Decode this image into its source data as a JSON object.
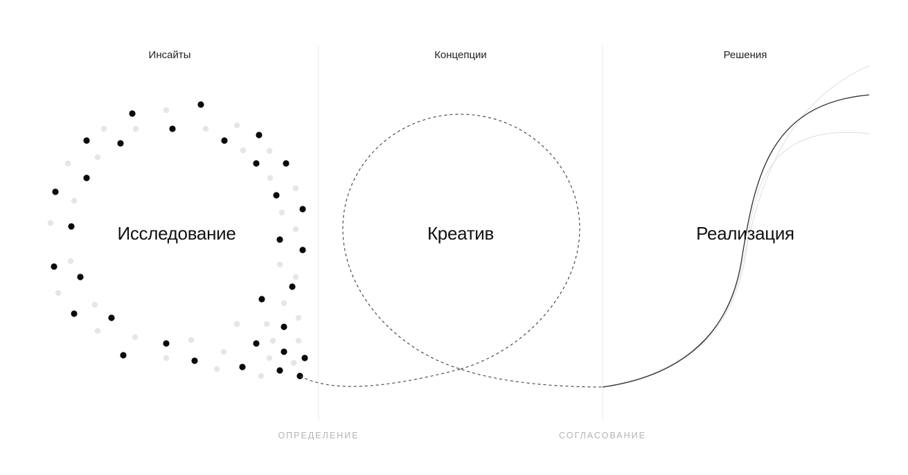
{
  "columns": [
    {
      "label": "Инсайты"
    },
    {
      "label": "Концепции"
    },
    {
      "label": "Решения"
    }
  ],
  "stages": [
    {
      "title": "Исследование"
    },
    {
      "title": "Креатив"
    },
    {
      "title": "Реализация"
    }
  ],
  "transitions": [
    {
      "label": "ОПРЕДЕЛЕНИЕ"
    },
    {
      "label": "СОГЛАСОВАНИЕ"
    }
  ],
  "colors": {
    "dot_dark": "#0a0a0a",
    "dot_light": "#e6e6e6",
    "divider": "#ebebeb",
    "transition_text": "#b3b3b3"
  }
}
